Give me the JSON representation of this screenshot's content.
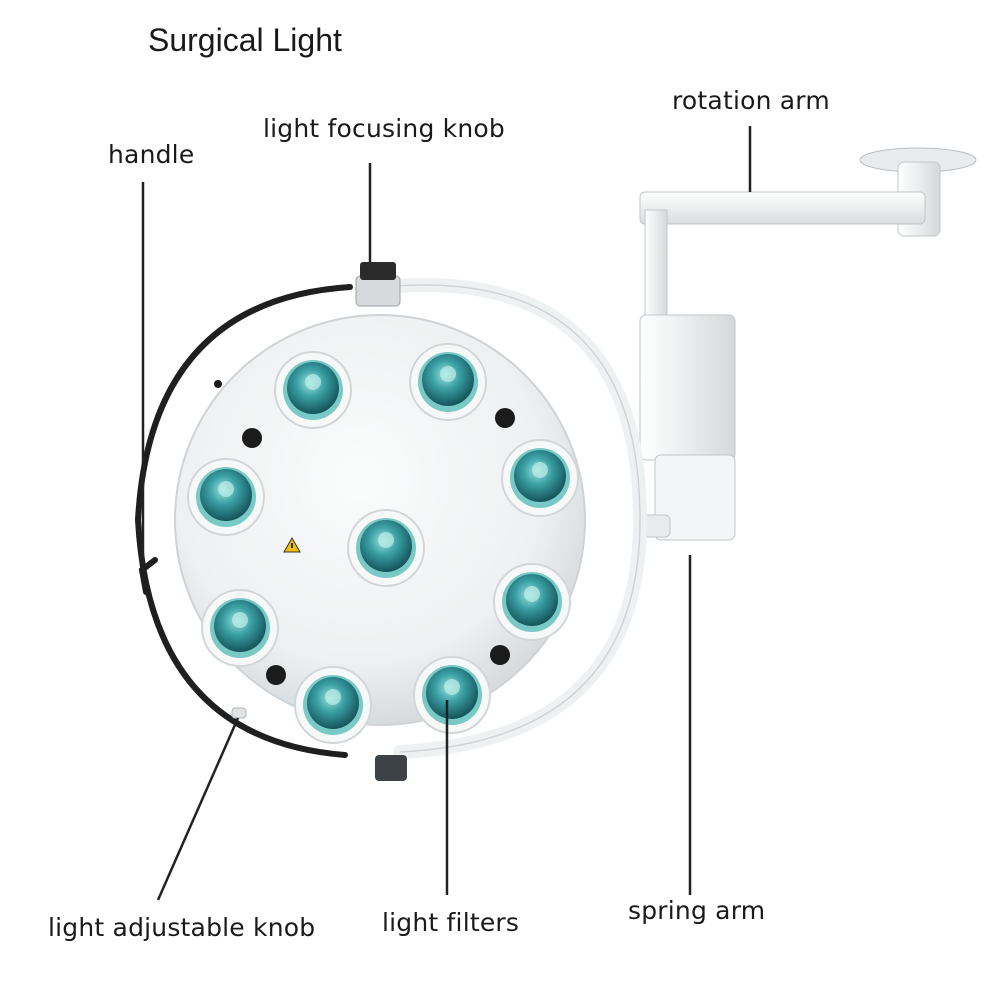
{
  "title": "Surgical Light",
  "labels": {
    "rotation_arm": "rotation arm",
    "light_focusing_knob": "light focusing knob",
    "handle": "handle",
    "spring_arm": "spring arm",
    "light_adjustable_knob": "light adjustable knob",
    "light_filters": "light filters"
  },
  "colors": {
    "body": "#f2f4f4",
    "lens": "#2f8f96",
    "lens_dark": "#1d5f66",
    "lens_rim": "#79c9c6",
    "handle": "#1f1f1f",
    "line": "#222222"
  },
  "icons": {
    "warning": "warning-triangle-icon"
  }
}
